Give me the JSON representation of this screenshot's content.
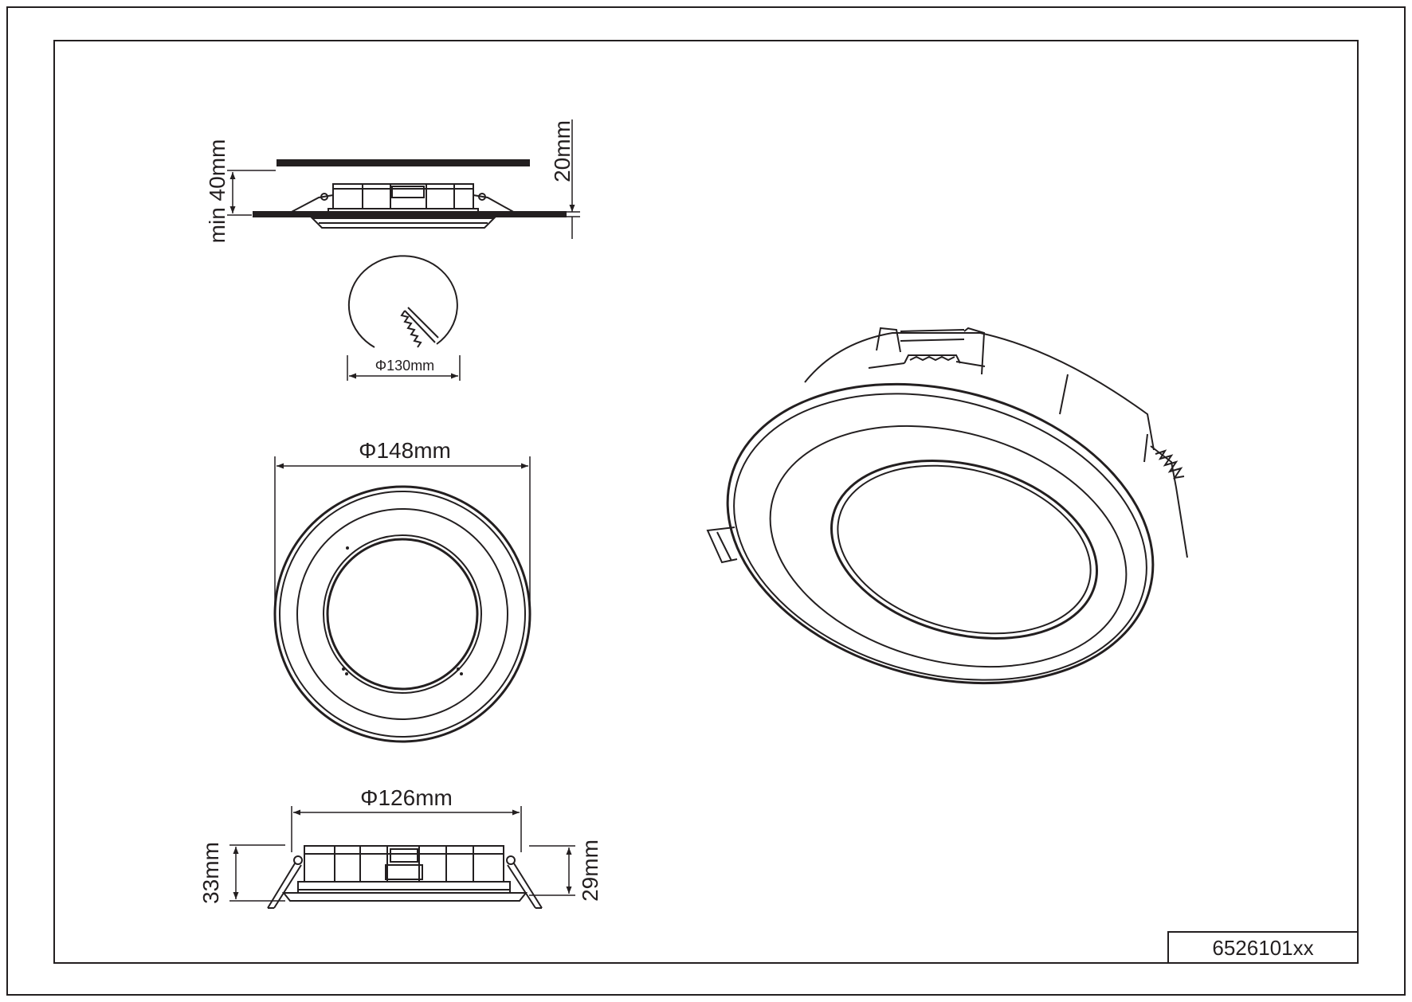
{
  "drawing": {
    "product_code": "6526101xx",
    "dimensions": {
      "cutout_diameter": "Φ130mm",
      "outer_diameter": "Φ148mm",
      "body_diameter": "Φ126mm",
      "min_ceiling_depth": "min 40mm",
      "ceiling_thickness": "20mm",
      "total_height": "33mm",
      "body_height": "29mm"
    }
  }
}
